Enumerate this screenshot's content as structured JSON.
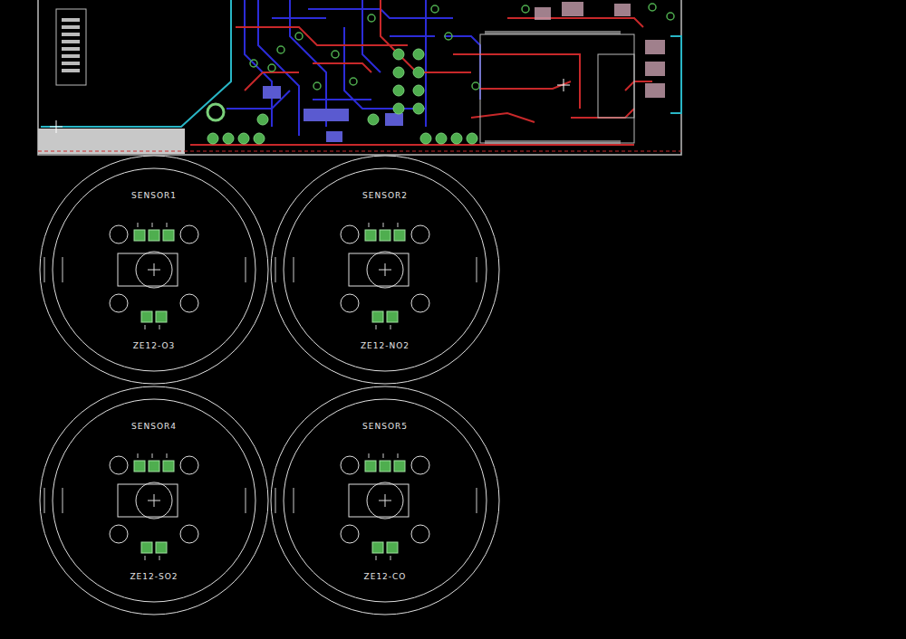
{
  "diagram": {
    "nodes": [
      {
        "text": [
          "SENSOR1",
          "ZE12-O3"
        ]
      },
      {
        "text": [
          "SENSOR2",
          "ZE12-NO2"
        ]
      },
      {
        "text": [
          "SENSOR4",
          "ZE12-SO2"
        ]
      },
      {
        "text": [
          "SENSOR5",
          "ZE12-CO"
        ]
      }
    ]
  }
}
